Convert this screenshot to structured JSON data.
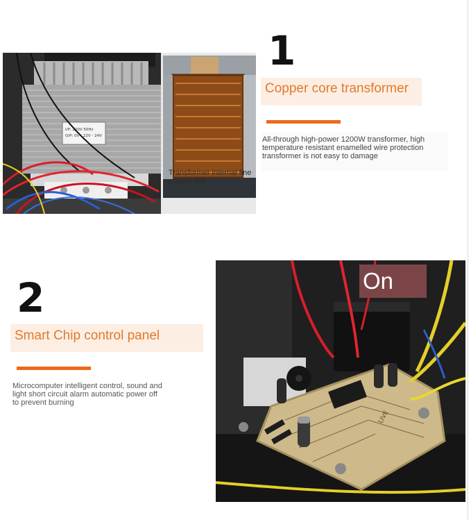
{
  "section1": {
    "number": "1",
    "title": "Copper core transformer",
    "description": "All-through high-power 1200W transformer, high temperature resistant enamelled wire protection transformer is not easy to damage",
    "photo_caption": "Transformer internal fine copper coil",
    "label_line1": "I/P: 220V 50Hz",
    "label_line2": "O/P: 0V - 22V - 24V"
  },
  "section2": {
    "number": "2",
    "title": "Smart Chip control panel",
    "description": "Microcomputer intelligent control, sound and light short circuit alarm automatic power off to prevent burning",
    "badge": "On",
    "board_marking": "LIVE"
  },
  "colors": {
    "accent": "#ec6a1e",
    "title_text": "#e07a2c",
    "title_bg": "#fdeee3",
    "badge_bg": "#7b4547"
  }
}
